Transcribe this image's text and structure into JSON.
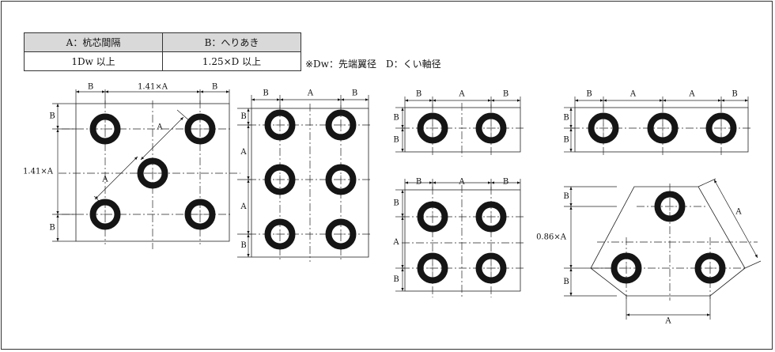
{
  "table": {
    "headers": [
      "A：杭芯間隔",
      "B：へりあき"
    ],
    "values": [
      "1Dw 以上",
      "1.25×D 以上"
    ]
  },
  "note": "※Dw：先端翼径　D：くい軸径",
  "labels": {
    "a": "A",
    "b": "B",
    "a141": "1.41×A",
    "a086": "0.86×A"
  }
}
